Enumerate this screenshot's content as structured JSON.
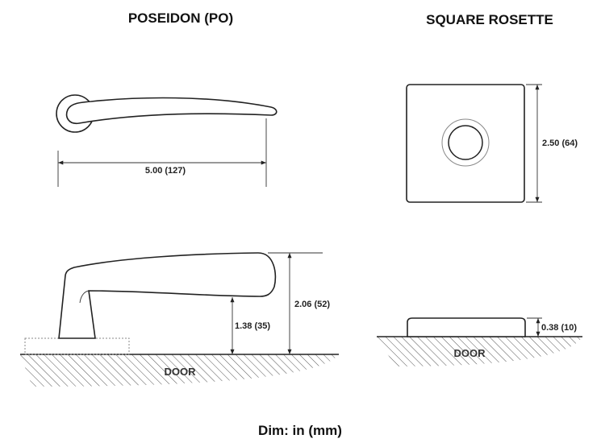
{
  "titles": {
    "lever": "POSEIDON (PO)",
    "rosette": "SQUARE ROSETTE"
  },
  "dimensions": {
    "lever_length": "5.00 (127)",
    "lever_clearance": "1.38 (35)",
    "lever_projection": "2.06 (52)",
    "rosette_size": "2.50 (64)",
    "rosette_thickness": "0.38 (10)"
  },
  "labels": {
    "door_left": "DOOR",
    "door_right": "DOOR"
  },
  "footer": "Dim: in (mm)"
}
